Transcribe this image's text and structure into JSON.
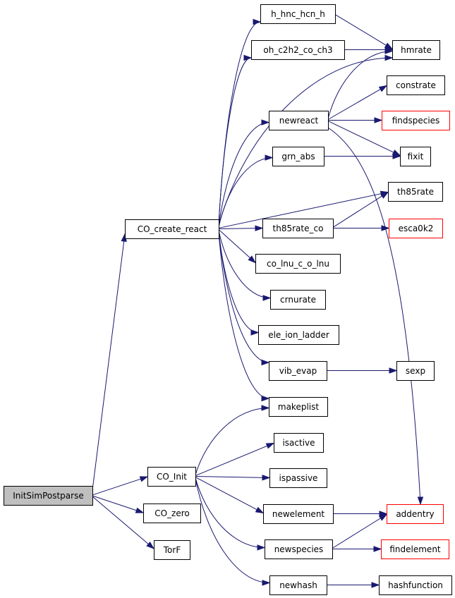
{
  "colors": {
    "edge": "#191970",
    "node_border": "#000000",
    "node_border_external": "#ff0000",
    "node_fill": "#ffffff",
    "node_fill_root": "#bfbfbf"
  },
  "nodes": [
    {
      "id": "InitSimPostparse",
      "label": "InitSimPostparse",
      "style": "root"
    },
    {
      "id": "CO_create_react",
      "label": "CO_create_react",
      "style": "normal"
    },
    {
      "id": "CO_Init",
      "label": "CO_Init",
      "style": "normal"
    },
    {
      "id": "CO_zero",
      "label": "CO_zero",
      "style": "normal"
    },
    {
      "id": "TorF",
      "label": "TorF",
      "style": "normal"
    },
    {
      "id": "h_hnc_hcn_h",
      "label": "h_hnc_hcn_h",
      "style": "normal"
    },
    {
      "id": "oh_c2h2_co_ch3",
      "label": "oh_c2h2_co_ch3",
      "style": "normal"
    },
    {
      "id": "newreact",
      "label": "newreact",
      "style": "normal"
    },
    {
      "id": "grn_abs",
      "label": "grn_abs",
      "style": "normal"
    },
    {
      "id": "th85rate_co",
      "label": "th85rate_co",
      "style": "normal"
    },
    {
      "id": "co_lnu_c_o_lnu",
      "label": "co_lnu_c_o_lnu",
      "style": "normal"
    },
    {
      "id": "crnurate",
      "label": "crnurate",
      "style": "normal"
    },
    {
      "id": "ele_ion_ladder",
      "label": "ele_ion_ladder",
      "style": "normal"
    },
    {
      "id": "vib_evap",
      "label": "vib_evap",
      "style": "normal"
    },
    {
      "id": "makeplist",
      "label": "makeplist",
      "style": "normal"
    },
    {
      "id": "isactive",
      "label": "isactive",
      "style": "normal"
    },
    {
      "id": "ispassive",
      "label": "ispassive",
      "style": "normal"
    },
    {
      "id": "newelement",
      "label": "newelement",
      "style": "normal"
    },
    {
      "id": "newspecies",
      "label": "newspecies",
      "style": "normal"
    },
    {
      "id": "newhash",
      "label": "newhash",
      "style": "normal"
    },
    {
      "id": "hmrate",
      "label": "hmrate",
      "style": "normal"
    },
    {
      "id": "constrate",
      "label": "constrate",
      "style": "normal"
    },
    {
      "id": "findspecies",
      "label": "findspecies",
      "style": "external"
    },
    {
      "id": "fixit",
      "label": "fixit",
      "style": "normal"
    },
    {
      "id": "th85rate",
      "label": "th85rate",
      "style": "normal"
    },
    {
      "id": "esca0k2",
      "label": "esca0k2",
      "style": "external"
    },
    {
      "id": "sexp",
      "label": "sexp",
      "style": "normal"
    },
    {
      "id": "addentry",
      "label": "addentry",
      "style": "external"
    },
    {
      "id": "findelement",
      "label": "findelement",
      "style": "external"
    },
    {
      "id": "hashfunction",
      "label": "hashfunction",
      "style": "normal"
    }
  ],
  "edges": [
    {
      "from": "InitSimPostparse",
      "to": "CO_create_react"
    },
    {
      "from": "InitSimPostparse",
      "to": "CO_Init"
    },
    {
      "from": "InitSimPostparse",
      "to": "CO_zero"
    },
    {
      "from": "InitSimPostparse",
      "to": "TorF"
    },
    {
      "from": "CO_create_react",
      "to": "h_hnc_hcn_h"
    },
    {
      "from": "CO_create_react",
      "to": "oh_c2h2_co_ch3"
    },
    {
      "from": "CO_create_react",
      "to": "hmrate"
    },
    {
      "from": "CO_create_react",
      "to": "newreact"
    },
    {
      "from": "CO_create_react",
      "to": "grn_abs"
    },
    {
      "from": "CO_create_react",
      "to": "th85rate"
    },
    {
      "from": "CO_create_react",
      "to": "th85rate_co"
    },
    {
      "from": "CO_create_react",
      "to": "co_lnu_c_o_lnu"
    },
    {
      "from": "CO_create_react",
      "to": "crnurate"
    },
    {
      "from": "CO_create_react",
      "to": "ele_ion_ladder"
    },
    {
      "from": "CO_create_react",
      "to": "vib_evap"
    },
    {
      "from": "CO_create_react",
      "to": "makeplist"
    },
    {
      "from": "h_hnc_hcn_h",
      "to": "hmrate"
    },
    {
      "from": "oh_c2h2_co_ch3",
      "to": "hmrate"
    },
    {
      "from": "newreact",
      "to": "hmrate"
    },
    {
      "from": "newreact",
      "to": "constrate"
    },
    {
      "from": "newreact",
      "to": "findspecies"
    },
    {
      "from": "newreact",
      "to": "fixit"
    },
    {
      "from": "newreact",
      "to": "addentry"
    },
    {
      "from": "grn_abs",
      "to": "fixit"
    },
    {
      "from": "th85rate_co",
      "to": "th85rate"
    },
    {
      "from": "th85rate_co",
      "to": "esca0k2"
    },
    {
      "from": "vib_evap",
      "to": "sexp"
    },
    {
      "from": "CO_Init",
      "to": "makeplist"
    },
    {
      "from": "CO_Init",
      "to": "isactive"
    },
    {
      "from": "CO_Init",
      "to": "ispassive"
    },
    {
      "from": "CO_Init",
      "to": "newelement"
    },
    {
      "from": "CO_Init",
      "to": "newspecies"
    },
    {
      "from": "CO_Init",
      "to": "newhash"
    },
    {
      "from": "newelement",
      "to": "addentry"
    },
    {
      "from": "newspecies",
      "to": "addentry"
    },
    {
      "from": "newspecies",
      "to": "findelement"
    },
    {
      "from": "newhash",
      "to": "hashfunction"
    }
  ]
}
